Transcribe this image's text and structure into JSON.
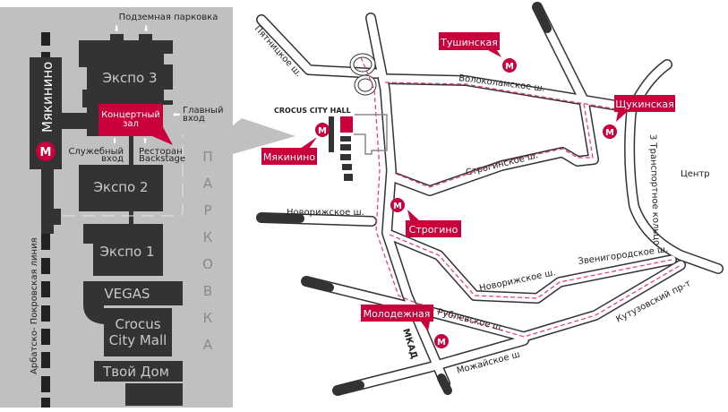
{
  "colors": {
    "accent": "#c8003c",
    "panel": "#c0c0c0",
    "building": "#333333",
    "route": "#e8386a"
  },
  "left_panel": {
    "underground_parking": "Подземная парковка",
    "metro_vertical": "Мякинино",
    "metro_icon": "M",
    "expo3": "Экспо 3",
    "concert_hall": [
      "Концертный",
      "зал"
    ],
    "main_entrance": [
      "Главный",
      "вход"
    ],
    "service_entrance": [
      "Служебный",
      "вход"
    ],
    "restaurant": [
      "Ресторан",
      "Backstage"
    ],
    "expo2": "Экспо 2",
    "expo1": "Экспо 1",
    "vegas": "VEGAS",
    "crocus_mall": [
      "Crocus",
      "City Mall"
    ],
    "tvoy_dom": "Твой Дом",
    "metro_line": "Арбатско- Покровская линия",
    "parking_letters": [
      "П",
      "А",
      "Р",
      "К",
      "О",
      "В",
      "К",
      "А"
    ]
  },
  "map": {
    "crocus_city_hall": "CROCUS CITY HALL",
    "stations": [
      {
        "name": "Тушинская",
        "icon": "M"
      },
      {
        "name": "Щукинская",
        "icon": "M"
      },
      {
        "name": "Мякинино",
        "icon": "M"
      },
      {
        "name": "Строгино",
        "icon": "M"
      },
      {
        "name": "Молодежная",
        "icon": "M"
      }
    ],
    "roads": {
      "pyatnitskoe": "Пятницкое ш.",
      "volokolamskoe": "Волоколамское ш.",
      "stroginskoe": "Строгинское ш.",
      "novorizhskoe_west": "Новорижское ш.",
      "novorizhskoe": "Новорижское ш.",
      "zvenigorodskoe": "Звенигородское ш.",
      "rublevskoe": "Рублевское ш.",
      "kutuzovsky": "Кутузовский пр-т",
      "mozhaiskoe": "Можайское ш",
      "mkad": "МКАД",
      "third_ring": "3 Транспортное кольцо"
    },
    "center": "Центр"
  }
}
